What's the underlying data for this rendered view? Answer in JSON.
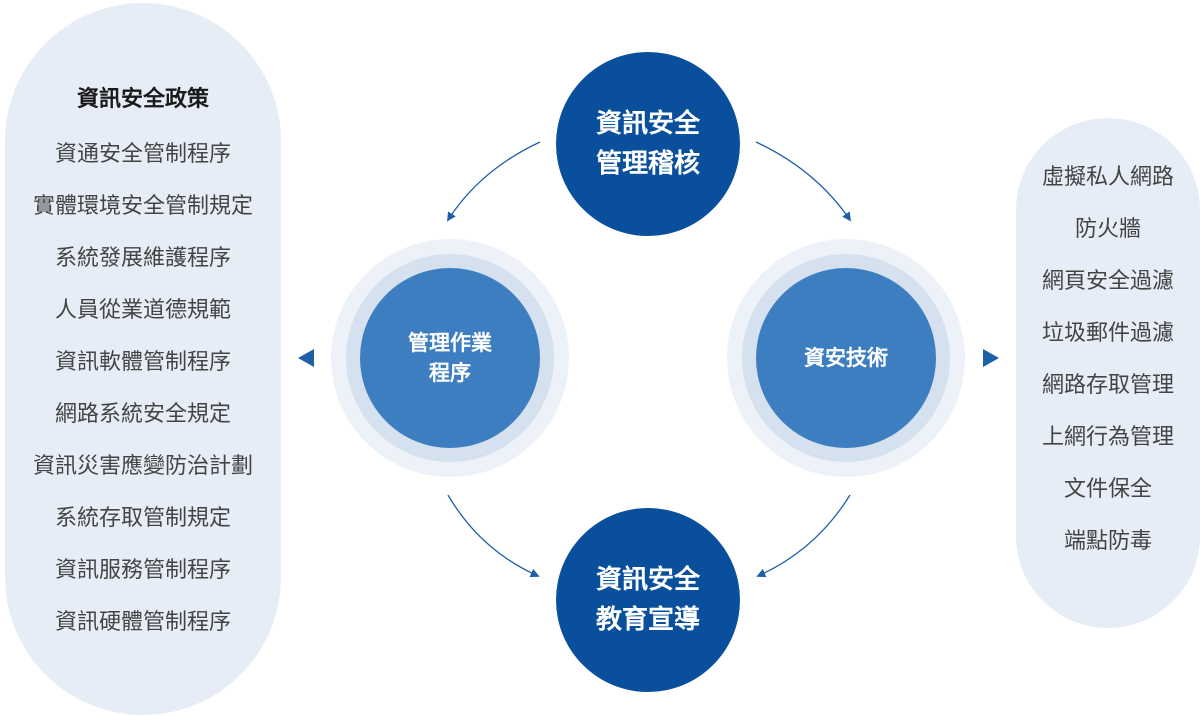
{
  "top_node": {
    "line1": "資訊安全",
    "line2": "管理稽核"
  },
  "bottom_node": {
    "line1": "資訊安全",
    "line2": "教育宣導"
  },
  "left_node": {
    "line1": "管理作業",
    "line2": "程序"
  },
  "right_node": {
    "label": "資安技術"
  },
  "left_panel": {
    "heading": "資訊安全政策",
    "items": [
      "資通安全管制程序",
      "實體環境安全管制規定",
      "系統發展維護程序",
      "人員從業道德規範",
      "資訊軟體管制程序",
      "網路系統安全規定",
      "資訊災害應變防治計劃",
      "系統存取管制規定",
      "資訊服務管制程序",
      "資訊硬體管制程序"
    ]
  },
  "right_panel": {
    "items": [
      "虛擬私人網路",
      "防火牆",
      "網頁安全過濾",
      "垃圾郵件過濾",
      "網路存取管理",
      "上網行為管理",
      "文件保全",
      "端點防毒"
    ]
  },
  "colors": {
    "primary_dark": "#0a4f9c",
    "primary_mid": "#3d7ec0",
    "panel_bg": "#e6edf6",
    "arrow": "#1f5fa8"
  }
}
